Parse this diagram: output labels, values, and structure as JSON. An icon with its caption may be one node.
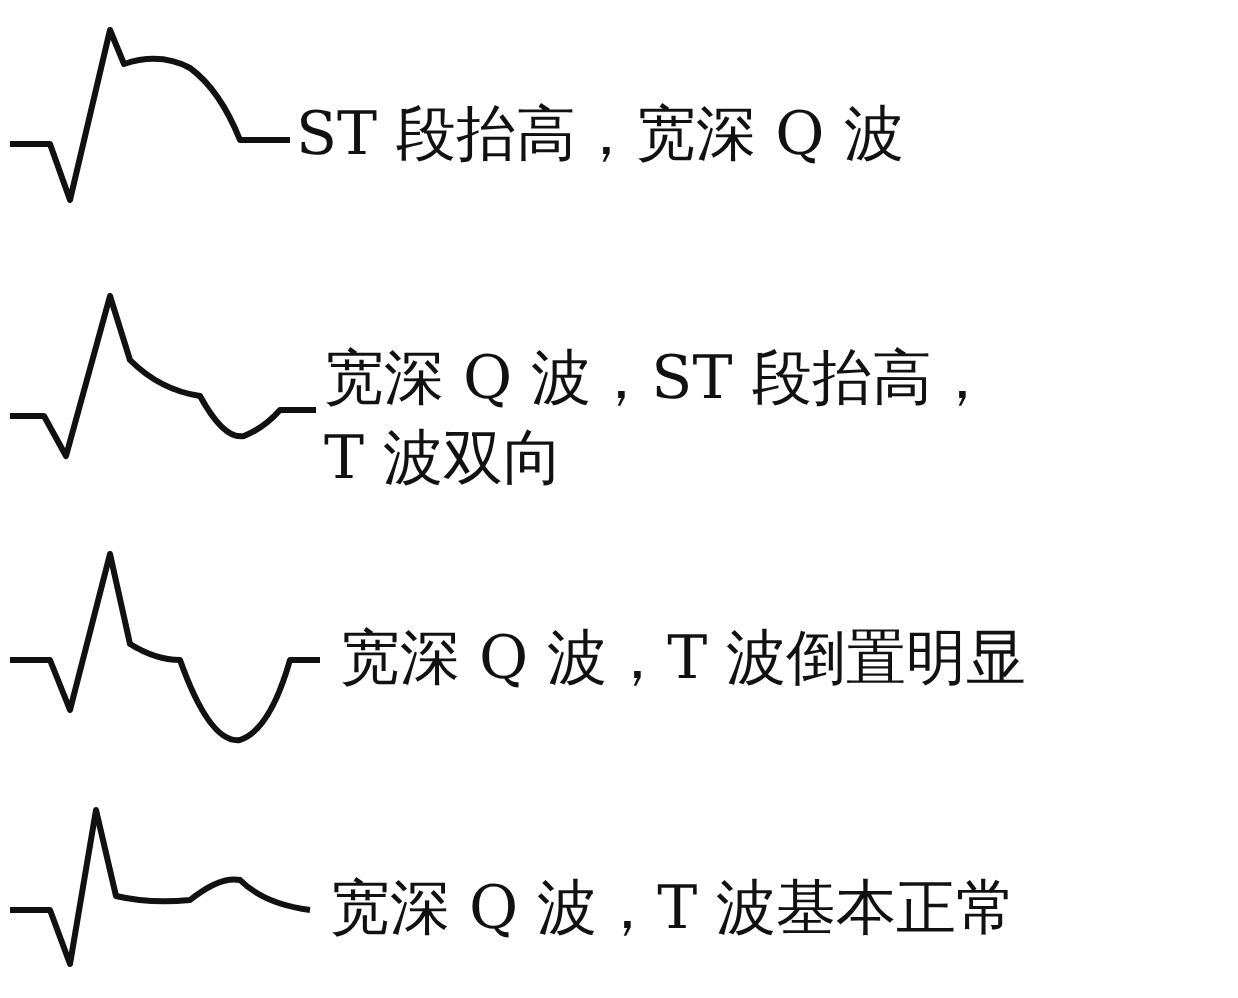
{
  "diagram": {
    "labels": [
      "ST 段抬高，宽深 Q 波",
      "宽深 Q 波，ST 段抬高，T 波双向",
      "宽深 Q 波，T 波倒置明显",
      "宽深 Q 波，T 波基本正常"
    ]
  }
}
